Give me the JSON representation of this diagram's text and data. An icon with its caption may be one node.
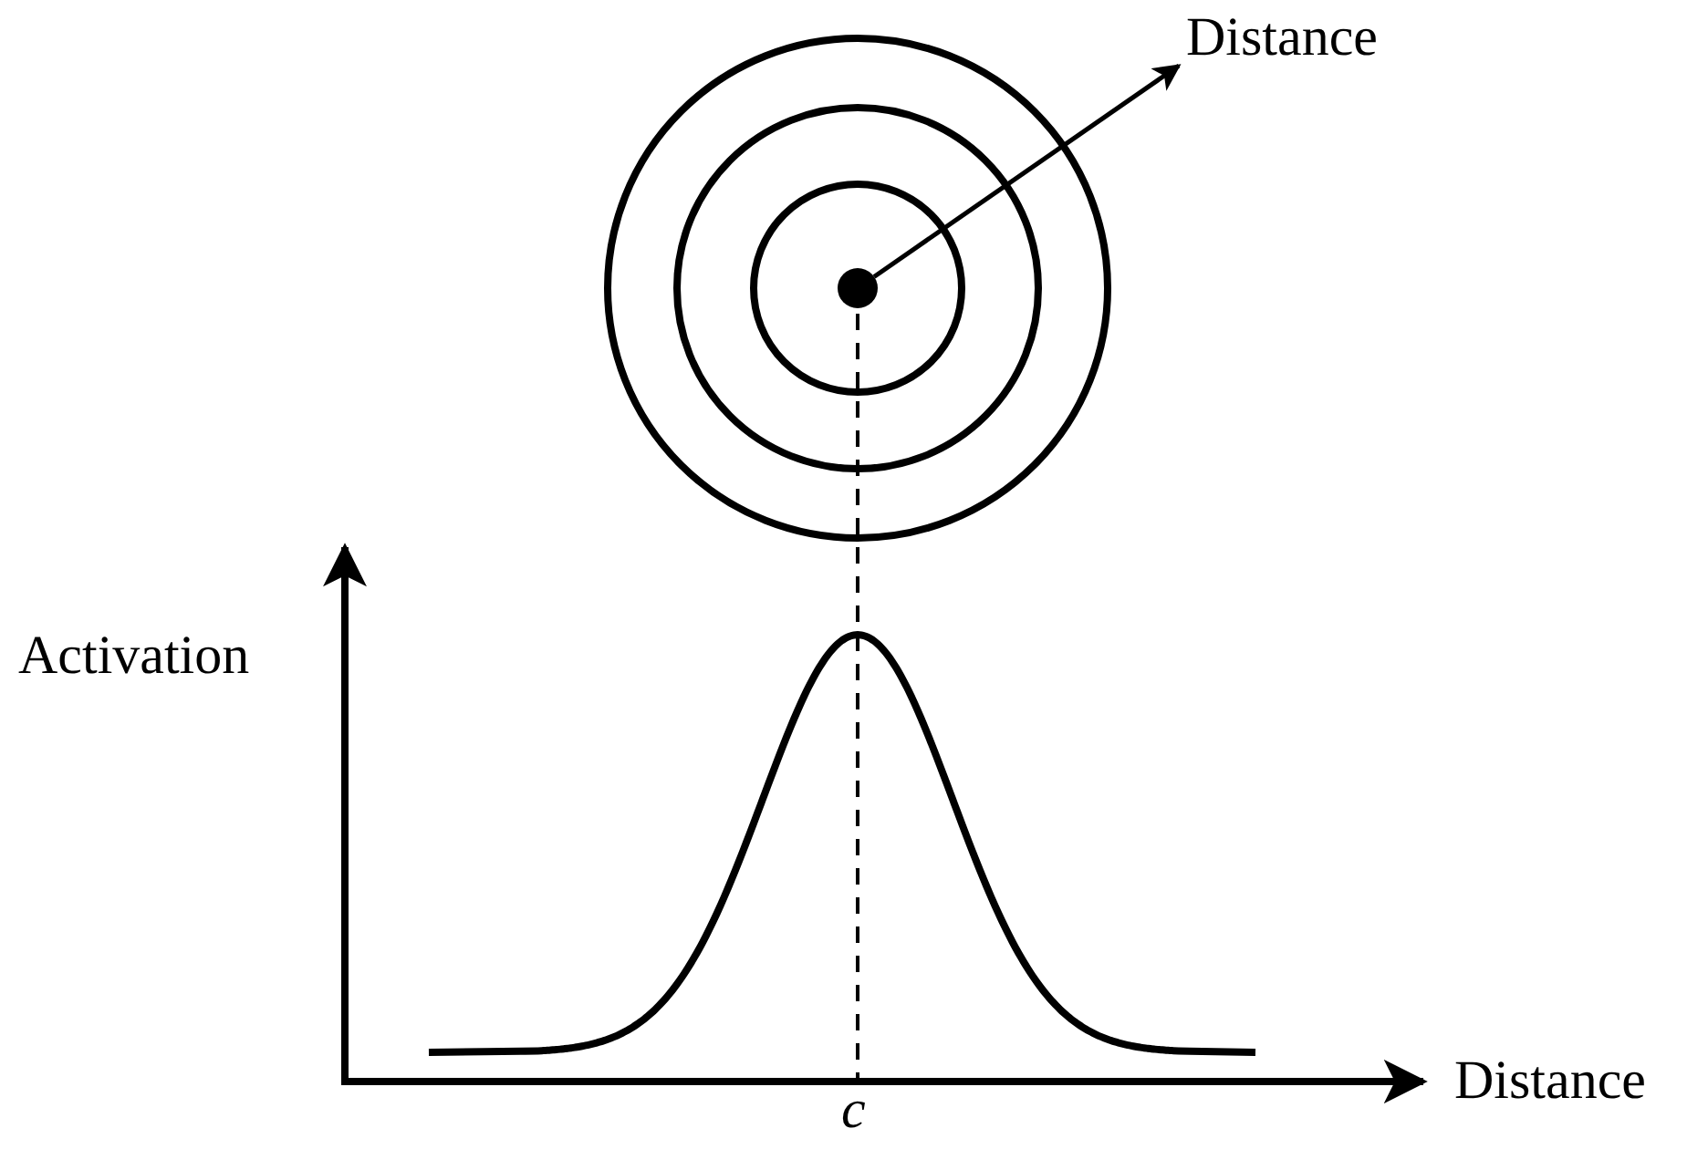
{
  "diagram": {
    "nodes": [
      {
        "text": [],
        "shape": "circle"
      },
      {
        "text": [
          "Distance"
        ]
      }
    ],
    "edges": [
      {
        "from": 0,
        "to": 1,
        "arrow": "to"
      }
    ],
    "labels": [
      "Activation",
      "Distance",
      "c"
    ]
  }
}
